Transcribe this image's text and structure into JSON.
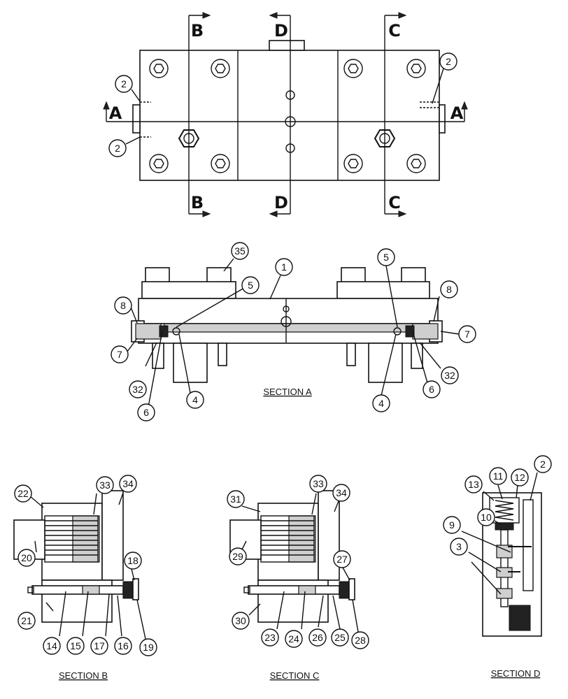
{
  "sections": {
    "top_view": {
      "cut_labels": [
        "A",
        "B",
        "C",
        "D"
      ]
    },
    "section_a": {
      "title": "SECTION A"
    },
    "section_b": {
      "title": "SECTION B"
    },
    "section_c": {
      "title": "SECTION C"
    },
    "section_d": {
      "title": "SECTION D"
    }
  },
  "callouts": {
    "top": [
      "2",
      "2",
      "2"
    ],
    "section_a": [
      "35",
      "1",
      "5",
      "5",
      "8",
      "8",
      "7",
      "7",
      "32",
      "32",
      "6",
      "6",
      "4",
      "4"
    ],
    "section_b": [
      "22",
      "33",
      "34",
      "20",
      "18",
      "21",
      "14",
      "15",
      "17",
      "16",
      "19"
    ],
    "section_c": [
      "31",
      "33",
      "34",
      "29",
      "27",
      "30",
      "23",
      "24",
      "26",
      "25",
      "28"
    ],
    "section_d": [
      "2",
      "11",
      "12",
      "13",
      "10",
      "9",
      "3"
    ]
  },
  "colors": {
    "ink": "#111111",
    "paper": "#ffffff",
    "fill_gray": "#cfcfcf"
  }
}
